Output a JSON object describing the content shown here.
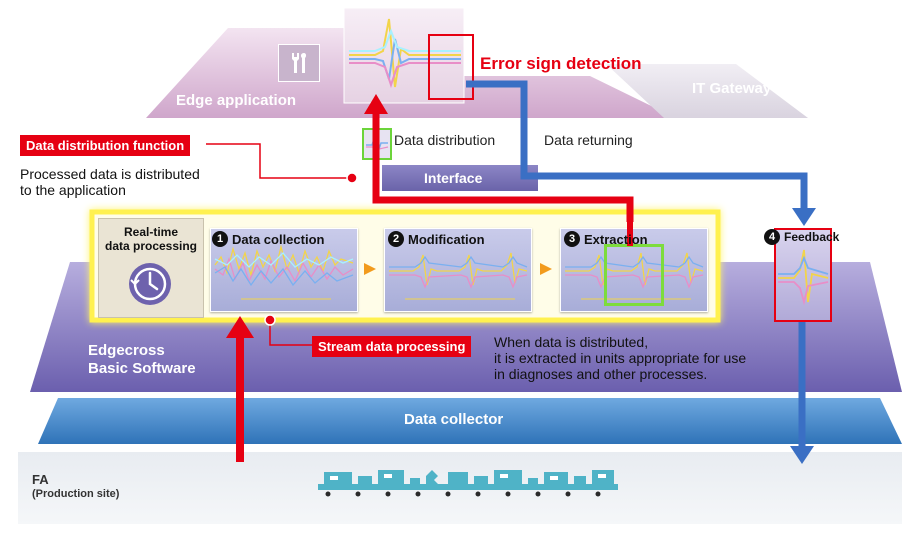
{
  "labels": {
    "edge_application": "Edge application",
    "it_gateway": "IT Gateway",
    "error_sign_detection": "Error sign detection",
    "data_distribution": "Data distribution",
    "data_returning": "Data returning",
    "interface": "Interface",
    "data_distribution_function": "Data distribution function",
    "processed_data_line1": "Processed data is distributed",
    "processed_data_line2": "to the application",
    "realtime_line1": "Real-time",
    "realtime_line2": "data processing",
    "data_collection": "Data collection",
    "modification": "Modification",
    "extraction": "Extraction",
    "feedback": "Feedback",
    "stream_data_processing": "Stream data processing",
    "when_line1": "When data is distributed,",
    "when_line2": "it is extracted in units appropriate for use",
    "when_line3": "in diagnoses and other processes.",
    "edgecross_line1": "Edgecross",
    "edgecross_line2": "Basic Software",
    "data_collector": "Data collector",
    "fa": "FA",
    "production_site": "(Production site)"
  },
  "steps": {
    "one": "1",
    "two": "2",
    "three": "3",
    "four": "4"
  },
  "colors": {
    "accent_red": "#e60012",
    "flow_blue": "#3a6fc4",
    "edge_layer": "#d9b8d6",
    "edgecross_layer": "#7d6fbd",
    "collector_layer": "#3e86c7",
    "highlight_yellow": "#fff46a",
    "highlight_green": "#7ddc3c"
  },
  "icons": {
    "tools": "tools-icon",
    "clock": "realtime-clock-icon",
    "factory": "factory-line-icon"
  }
}
